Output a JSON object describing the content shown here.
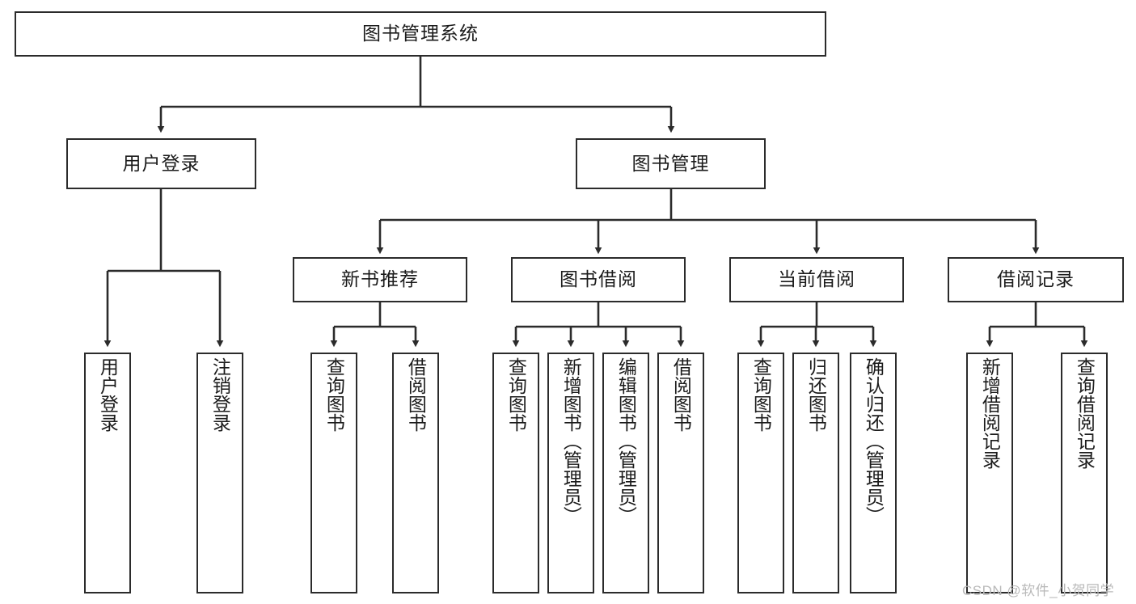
{
  "diagram": {
    "title": "图书管理系统",
    "type": "tree-hierarchy",
    "theme": {
      "background": "#ffffff",
      "box_border": "#2b2b2b",
      "box_fill": "#ffffff",
      "text": "#1b1b1b",
      "edge": "#2b2b2b",
      "watermark": "#b9b9b9"
    },
    "root": {
      "label": "图书管理系统"
    },
    "level2": [
      {
        "label": "用户登录"
      },
      {
        "label": "图书管理"
      }
    ],
    "level3": [
      {
        "label": "新书推荐"
      },
      {
        "label": "图书借阅"
      },
      {
        "label": "当前借阅"
      },
      {
        "label": "借阅记录"
      }
    ],
    "leaves": {
      "user_login": [
        {
          "label": "用户登录"
        },
        {
          "label": "注销登录"
        }
      ],
      "new_book_recommend": [
        {
          "label": "查询图书"
        },
        {
          "label": "借阅图书"
        }
      ],
      "book_borrow": [
        {
          "label": "查询图书"
        },
        {
          "label": "新增图书（管理员）"
        },
        {
          "label": "编辑图书（管理员）"
        },
        {
          "label": "借阅图书"
        }
      ],
      "current_borrow": [
        {
          "label": "查询图书"
        },
        {
          "label": "归还图书"
        },
        {
          "label": "确认归还（管理员）"
        }
      ],
      "borrow_records": [
        {
          "label": "新增借阅记录"
        },
        {
          "label": "查询借阅记录"
        }
      ]
    },
    "watermark": "CSDN @软件_小贺同学"
  }
}
